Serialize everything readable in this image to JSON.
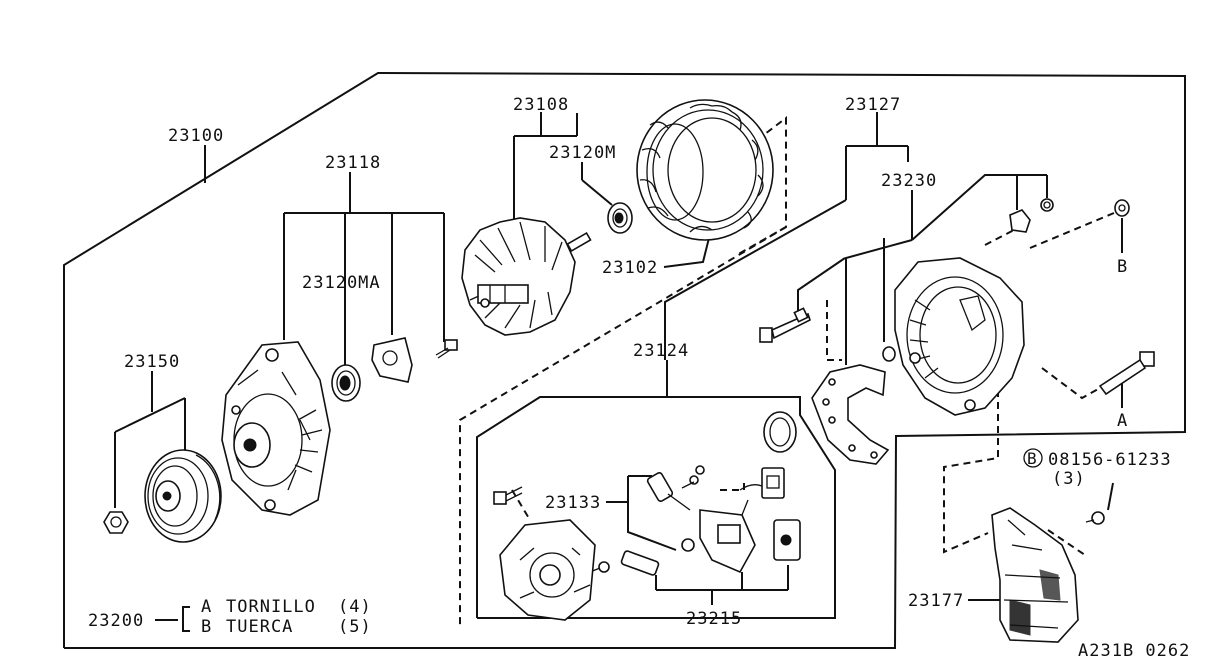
{
  "diagram_id": "A231B 0262",
  "parts": {
    "alternator_assy": "23100",
    "rear_cover": "23118",
    "bearing_rear": "23120MA",
    "rotor": "23108",
    "bearing_front": "23120M",
    "stator": "23102",
    "pulley": "23150",
    "regulator_set": "23127",
    "diode": "23230",
    "brush_holder_assy": "23124",
    "brush_parts": "23133",
    "regulator": "23215",
    "bolt_ref": "08156-61233",
    "bolt_ref_marker": "B",
    "bolt_ref_qty": "(3)",
    "cover": "23177",
    "kit": "23200"
  },
  "callouts": {
    "a": "A",
    "b": "B"
  },
  "legend": {
    "row_a_key": "A",
    "row_a_text": "TORNILLO",
    "row_a_qty": "(4)",
    "row_b_key": "B",
    "row_b_text": "TUERCA",
    "row_b_qty": "(5)"
  }
}
